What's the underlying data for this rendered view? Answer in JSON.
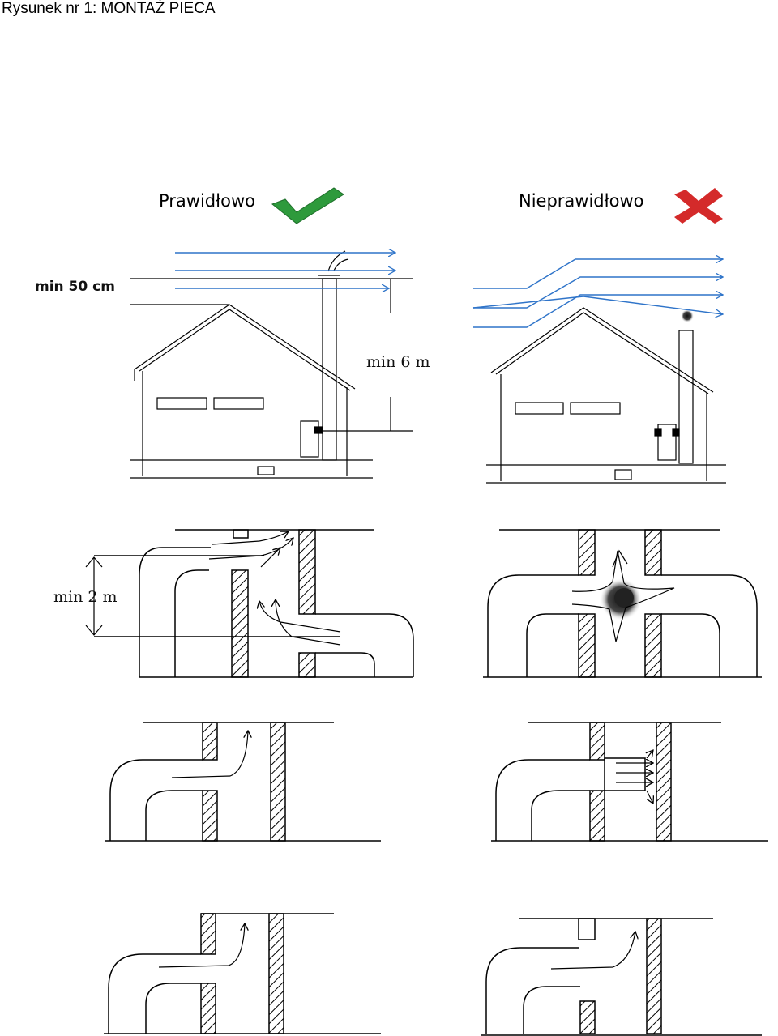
{
  "caption": "Rysunek nr 1: MONTAŻ PIECA",
  "headings": {
    "correct": "Prawidłowo",
    "incorrect": "Nieprawidłowo"
  },
  "dimensions": {
    "chimney_above_roof": "min 50 cm",
    "chimney_height": "min 6 m",
    "inlet_offset": "min 2 m"
  },
  "icons": {
    "correct": "checkmark-icon",
    "incorrect": "cross-icon"
  },
  "colors": {
    "wind": "#2f74c9",
    "check": "#2e9a3c",
    "cross": "#d42a2a",
    "line": "#000000"
  }
}
